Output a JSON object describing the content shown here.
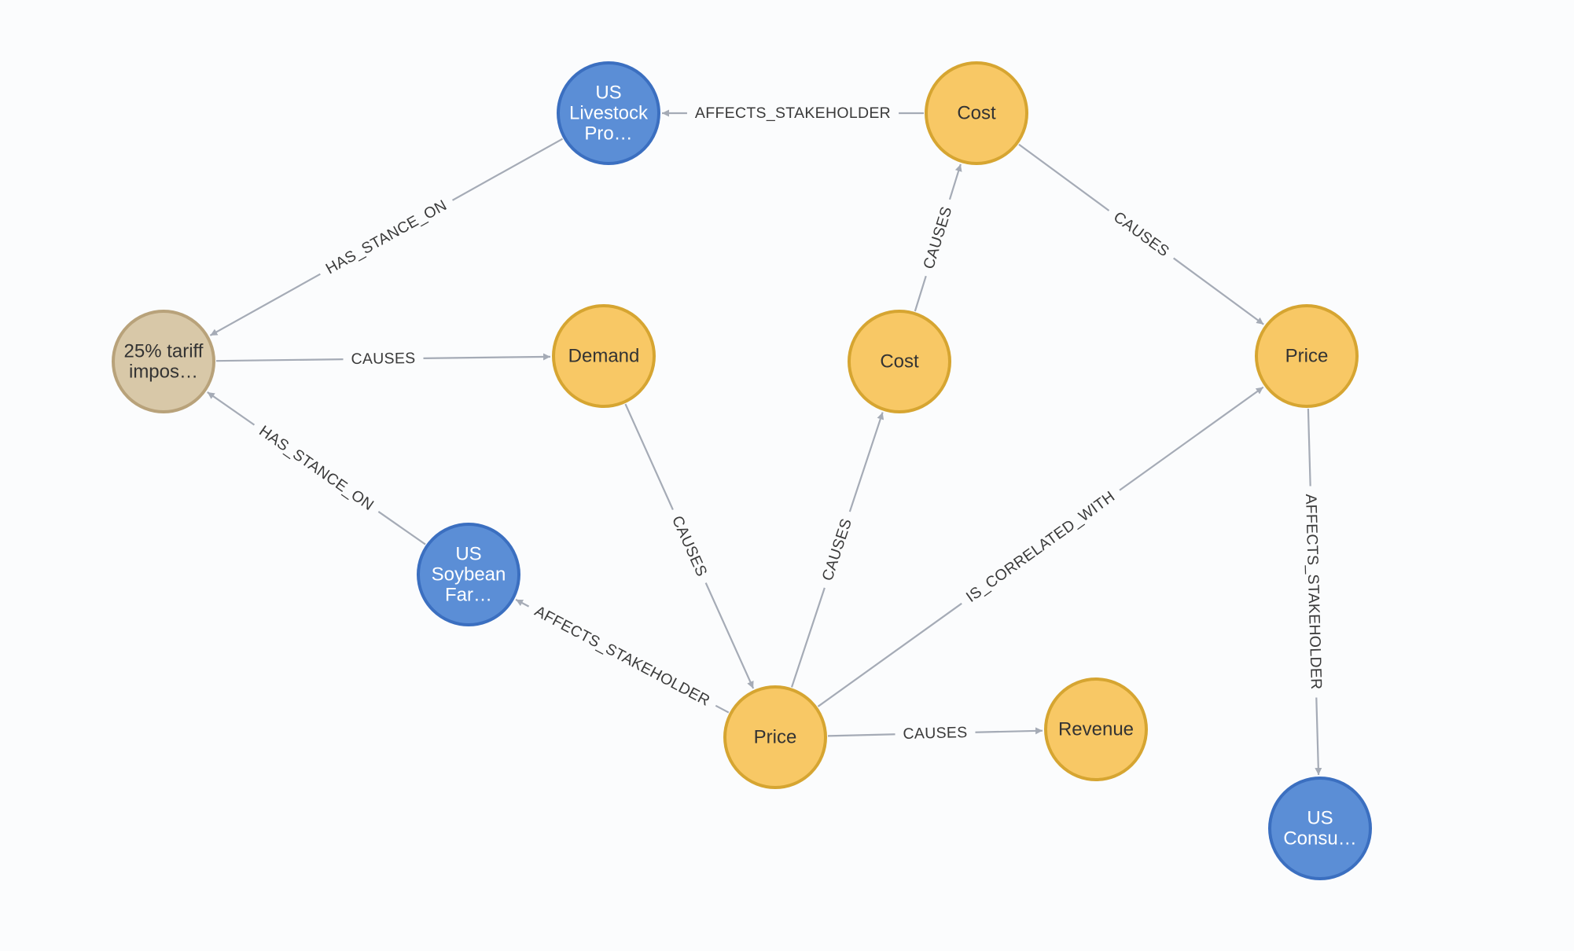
{
  "theme": {
    "background": "#fbfcfd",
    "edge_color": "#a5abb6",
    "edge_label_color": "#3a3a3a",
    "categories": {
      "event": {
        "fill": "#d8c8a8",
        "stroke": "#b8a27a",
        "text": "#333333"
      },
      "metric": {
        "fill": "#f8c865",
        "stroke": "#d6a531",
        "text": "#333333"
      },
      "stakeholder": {
        "fill": "#5b8ed6",
        "stroke": "#3b6fc0",
        "text": "#ffffff"
      }
    }
  },
  "graph": {
    "nodes": [
      {
        "id": "tariff",
        "category": "event",
        "lines": [
          "25% tariff",
          "impos…"
        ]
      },
      {
        "id": "livestock",
        "category": "stakeholder",
        "lines": [
          "US",
          "Livestock",
          "Pro…"
        ]
      },
      {
        "id": "cost_top",
        "category": "metric",
        "lines": [
          "Cost"
        ]
      },
      {
        "id": "demand",
        "category": "metric",
        "lines": [
          "Demand"
        ]
      },
      {
        "id": "cost_mid",
        "category": "metric",
        "lines": [
          "Cost"
        ]
      },
      {
        "id": "price_right",
        "category": "metric",
        "lines": [
          "Price"
        ]
      },
      {
        "id": "soybean",
        "category": "stakeholder",
        "lines": [
          "US",
          "Soybean",
          "Far…"
        ]
      },
      {
        "id": "price_center",
        "category": "metric",
        "lines": [
          "Price"
        ]
      },
      {
        "id": "revenue",
        "category": "metric",
        "lines": [
          "Revenue"
        ]
      },
      {
        "id": "consumers",
        "category": "stakeholder",
        "lines": [
          "US",
          "Consu…"
        ]
      }
    ],
    "edges": [
      {
        "from": "cost_top",
        "to": "livestock",
        "label": "AFFECTS_STAKEHOLDER"
      },
      {
        "from": "livestock",
        "to": "tariff",
        "label": "HAS_STANCE_ON"
      },
      {
        "from": "tariff",
        "to": "demand",
        "label": "CAUSES"
      },
      {
        "from": "soybean",
        "to": "tariff",
        "label": "HAS_STANCE_ON"
      },
      {
        "from": "cost_mid",
        "to": "cost_top",
        "label": "CAUSES"
      },
      {
        "from": "cost_top",
        "to": "price_right",
        "label": "CAUSES"
      },
      {
        "from": "demand",
        "to": "price_center",
        "label": "CAUSES"
      },
      {
        "from": "price_center",
        "to": "cost_mid",
        "label": "CAUSES"
      },
      {
        "from": "price_center",
        "to": "price_right",
        "label": "IS_CORRELATED_WITH"
      },
      {
        "from": "price_center",
        "to": "soybean",
        "label": "AFFECTS_STAKEHOLDER"
      },
      {
        "from": "price_center",
        "to": "revenue",
        "label": "CAUSES"
      },
      {
        "from": "price_right",
        "to": "consumers",
        "label": "AFFECTS_STAKEHOLDER"
      }
    ]
  }
}
